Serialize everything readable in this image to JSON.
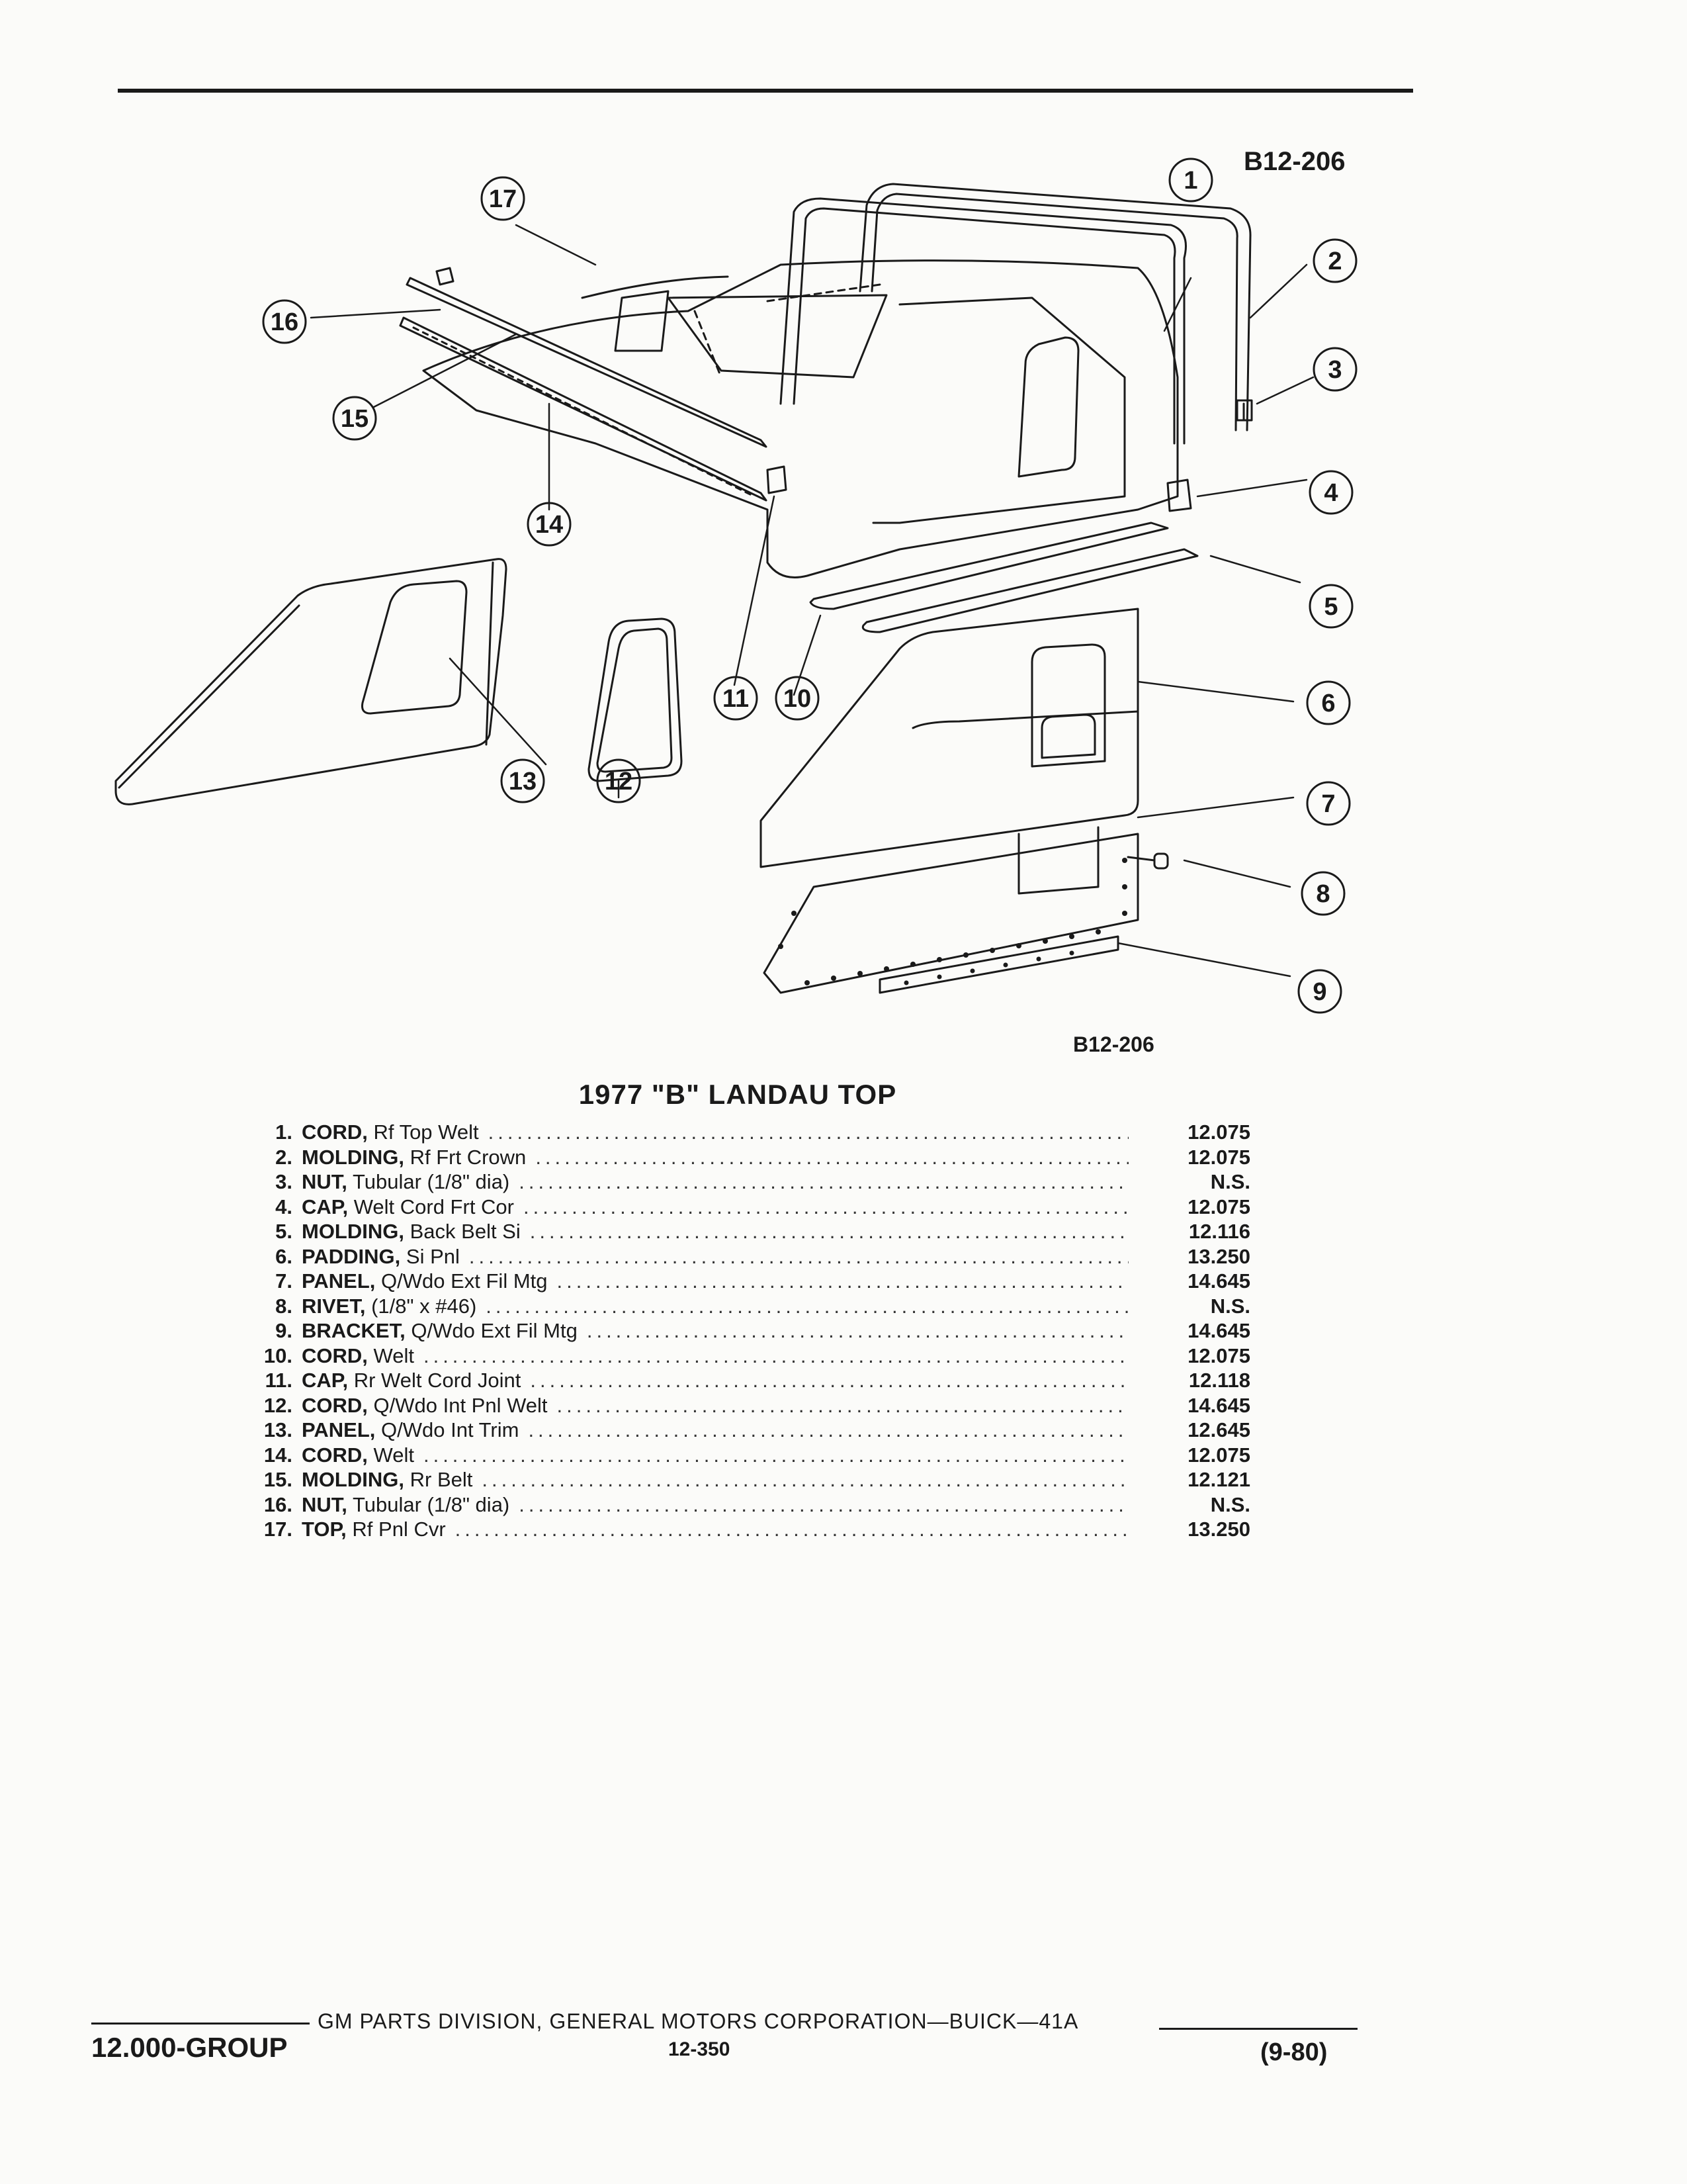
{
  "figure_code": "B12-206",
  "title": "1977 \"B\" LANDAU TOP",
  "callouts": [
    "1",
    "2",
    "3",
    "4",
    "5",
    "6",
    "7",
    "8",
    "9",
    "10",
    "11",
    "12",
    "13",
    "14",
    "15",
    "16",
    "17"
  ],
  "parts": [
    {
      "num": "1.",
      "name": "CORD,",
      "desc": "Rf Top Welt",
      "ref": "12.075"
    },
    {
      "num": "2.",
      "name": "MOLDING,",
      "desc": "Rf Frt Crown",
      "ref": "12.075"
    },
    {
      "num": "3.",
      "name": "NUT,",
      "desc": "Tubular (1/8\" dia)",
      "ref": "N.S."
    },
    {
      "num": "4.",
      "name": "CAP,",
      "desc": "Welt Cord Frt Cor",
      "ref": "12.075"
    },
    {
      "num": "5.",
      "name": "MOLDING,",
      "desc": "Back Belt Si",
      "ref": "12.116"
    },
    {
      "num": "6.",
      "name": "PADDING,",
      "desc": "Si Pnl",
      "ref": "13.250"
    },
    {
      "num": "7.",
      "name": "PANEL,",
      "desc": "Q/Wdo Ext Fil Mtg",
      "ref": "14.645"
    },
    {
      "num": "8.",
      "name": "RIVET,",
      "desc": "(1/8\" x #46)",
      "ref": "N.S."
    },
    {
      "num": "9.",
      "name": "BRACKET,",
      "desc": "Q/Wdo Ext Fil Mtg",
      "ref": "14.645"
    },
    {
      "num": "10.",
      "name": "CORD,",
      "desc": "Welt",
      "ref": "12.075"
    },
    {
      "num": "11.",
      "name": "CAP,",
      "desc": "Rr Welt Cord Joint",
      "ref": "12.118"
    },
    {
      "num": "12.",
      "name": "CORD,",
      "desc": "Q/Wdo Int Pnl Welt",
      "ref": "14.645"
    },
    {
      "num": "13.",
      "name": "PANEL,",
      "desc": "Q/Wdo Int Trim",
      "ref": "12.645"
    },
    {
      "num": "14.",
      "name": "CORD,",
      "desc": "Welt",
      "ref": "12.075"
    },
    {
      "num": "15.",
      "name": "MOLDING,",
      "desc": "Rr Belt",
      "ref": "12.121"
    },
    {
      "num": "16.",
      "name": "NUT,",
      "desc": "Tubular (1/8\" dia)",
      "ref": "N.S."
    },
    {
      "num": "17.",
      "name": "TOP,",
      "desc": "Rf Pnl Cvr",
      "ref": "13.250"
    }
  ],
  "footer": {
    "organization": "GM PARTS DIVISION, GENERAL MOTORS CORPORATION—BUICK—41A",
    "group": "12.000-GROUP",
    "page": "12-350",
    "date": "(9-80)"
  }
}
